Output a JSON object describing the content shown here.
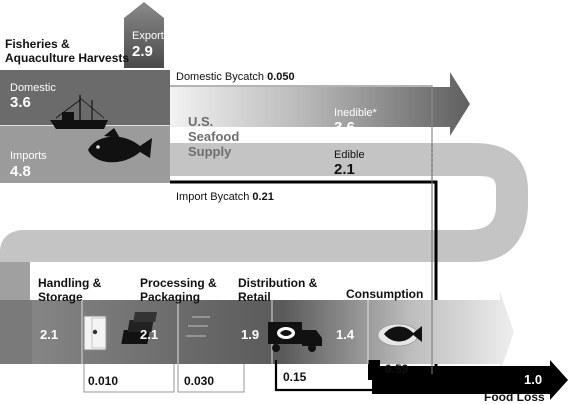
{
  "title_line1": "Fisheries &",
  "title_line2": "Aquaculture Harvests",
  "export": {
    "label": "Export",
    "value": "2.9"
  },
  "domestic": {
    "label": "Domestic",
    "value": "3.6"
  },
  "imports": {
    "label": "Imports",
    "value": "4.8"
  },
  "domestic_bycatch": {
    "label": "Domestic Bycatch",
    "value": "0.050"
  },
  "import_bycatch": {
    "label": "Import Bycatch",
    "value": "0.21"
  },
  "supply": {
    "line1": "U.S.",
    "line2": "Seafood",
    "line3": "Supply"
  },
  "inedible": {
    "label": "Inedible*",
    "value": "3.6"
  },
  "edible": {
    "label": "Edible",
    "value": "2.1"
  },
  "stages": [
    {
      "line1": "Handling &",
      "line2": "Storage",
      "value": "2.1",
      "loss": "0.010",
      "icon": "refrigerator-icon"
    },
    {
      "line1": "Processing &",
      "line2": "Packaging",
      "value": "2.1",
      "loss": "0.030",
      "icon": "packaged-boxes-icon"
    },
    {
      "line1": "Distribution &",
      "line2": "Retail",
      "value": "1.9",
      "loss": "0.15",
      "icon": "delivery-truck-icon"
    },
    {
      "line1": "Consumption",
      "line2": "",
      "value": "1.4",
      "loss": "0.59",
      "icon": "fish-plate-icon"
    }
  ],
  "food_loss": {
    "label": "Food Loss",
    "value": "1.0"
  },
  "colors": {
    "dark": "#5a5a5a",
    "mid": "#9a9a9a",
    "light": "#d6d6d6",
    "black": "#000000"
  }
}
